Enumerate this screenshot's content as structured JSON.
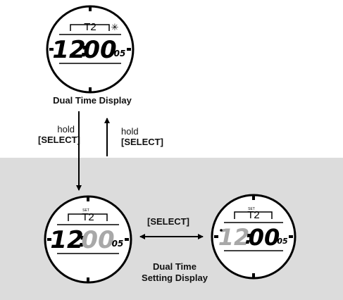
{
  "watch_top": {
    "label": "T2",
    "hour": "12",
    "colon": ":",
    "minute": "00",
    "seconds": "05"
  },
  "watch_left": {
    "label": "T2",
    "hour": "12",
    "colon": ":",
    "minute": "00",
    "seconds": "05"
  },
  "watch_right": {
    "label": "T2",
    "hour": "12",
    "colon": ":",
    "minute": "00",
    "seconds": "05"
  },
  "captions": {
    "dual_time_display": "Dual Time Display",
    "dual_time_setting_line1": "Dual Time",
    "dual_time_setting_line2": "Setting Display"
  },
  "arrows": {
    "down_hold": "hold",
    "down_select": "[SELECT]",
    "up_hold": "hold",
    "up_select": "[SELECT]",
    "horizontal_select": "[SELECT]"
  },
  "colors": {
    "dim_digit": "#a8a8a8",
    "ink": "#000000",
    "shade": "#dcdcdc"
  }
}
